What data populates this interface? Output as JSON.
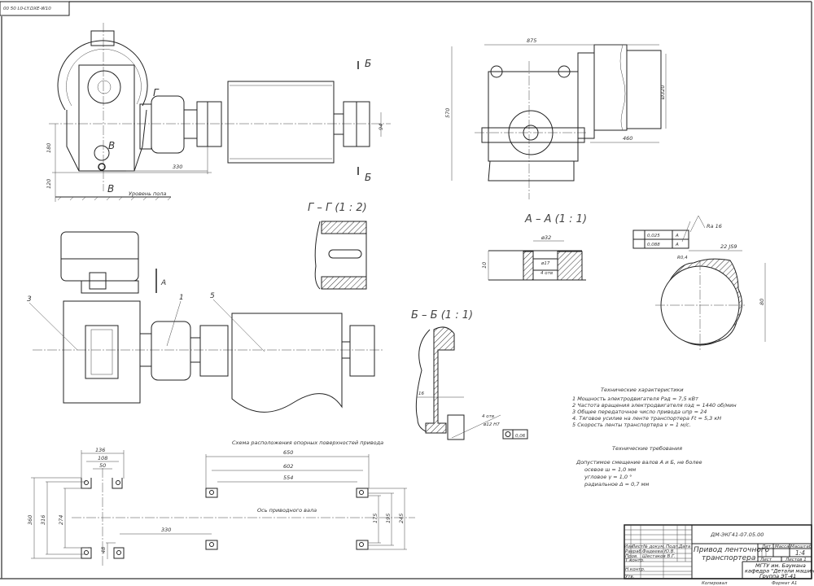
{
  "stamp": "00 50 L0-LY.DXE-W10",
  "front_view": {
    "dim_height_axis": "180",
    "dim_floor": "120",
    "dim_coupling": "330",
    "dim_bearing": "94",
    "floor_label": "Уровень пола",
    "cut_v_top": "В",
    "cut_v_bottom": "В",
    "cut_g": "Г",
    "cut_b_top": "Б",
    "cut_b_bottom": "Б"
  },
  "side_view": {
    "dim_length": "875",
    "dim_height": "570",
    "dim_motor_dia": "Ø320",
    "dim_motor_len": "460"
  },
  "plan_view": {
    "cut_a": "А",
    "callouts": [
      "3",
      "1",
      "5"
    ]
  },
  "section_gg": {
    "title": "Г – Г (1 : 2)"
  },
  "section_aa": {
    "title": "А – А (1 : 1)",
    "dim_outer": "ø32",
    "dim_inner": "ø17",
    "holes": "4 отв",
    "dim_height": "10"
  },
  "section_detail": {
    "tol1_value": "0,025",
    "tol1_datum": "A",
    "tol2_value": "0,088",
    "tol2_datum": "A",
    "roughness": "Ra 16",
    "key_width": "22 JS9",
    "radius": "R0,4",
    "dim_dia": "80"
  },
  "section_bb": {
    "title": "Б – Б (1 : 1)",
    "dim_wall": "16",
    "holes": "4 отв",
    "hole_dia": "ø12 H7",
    "position_tol": "0,06"
  },
  "tech_characteristics": {
    "title": "Технические характеристики",
    "items": [
      "1 Мощность электродвигателя Pэд = 7,5 кВт",
      "2 Частота вращения электродвигателя nэд = 1440 об/мин",
      "3 Общее передаточное число привода uпр = 24",
      "4. Тяговое усилие на ленте транспортера Ft = 5,3 кН",
      "5 Скорость ленты транспортера v = 1 м/с."
    ]
  },
  "tech_requirements": {
    "title": "Технические требования",
    "intro": "Допустимое смещение валов А и Б, не более",
    "items": [
      "осевое ш = 1,0 мм",
      "угловое γ = 1,0 °",
      "радиальное Δ = 0,7 мм"
    ]
  },
  "support_scheme": {
    "title": "Схема расположения опорных поверхностей привода",
    "axis_label": "Ось приводного вала",
    "dims": {
      "d136": "136",
      "d108": "108",
      "d50": "50",
      "d360": "360",
      "d316": "316",
      "d274": "274",
      "d48": "48",
      "d330": "330",
      "d650": "650",
      "d602": "602",
      "d554": "554",
      "d175": "175",
      "d195": "195",
      "d245": "245"
    }
  },
  "title_block": {
    "doc_code": "ДМ-ЭКГ41-07.05.00",
    "title_line1": "Привод ленточного",
    "title_line2": "транспортера",
    "col_lit": "Лит.",
    "col_mass": "Масса",
    "col_scale": "Масштаб",
    "scale": "1:4",
    "sheet": "Лист",
    "sheets": "Листов 1",
    "org_line1": "МГТУ им. Баумана",
    "org_line2": "кафедра \"Детали машин\"",
    "org_line3": "Группа ЭТ-41",
    "headers": [
      "Изм",
      "Лист",
      "№ докум.",
      "Подп.",
      "Дата"
    ],
    "roles": [
      {
        "role": "Разраб.",
        "name": "Фадеева Ю.В."
      },
      {
        "role": "Пров.",
        "name": "Шестаков В.Г."
      },
      {
        "role": "Т.контр.",
        "name": ""
      },
      {
        "role": "Н.контр.",
        "name": ""
      },
      {
        "role": "Утв.",
        "name": ""
      }
    ],
    "copied": "Копировал",
    "format": "Формат A1"
  }
}
